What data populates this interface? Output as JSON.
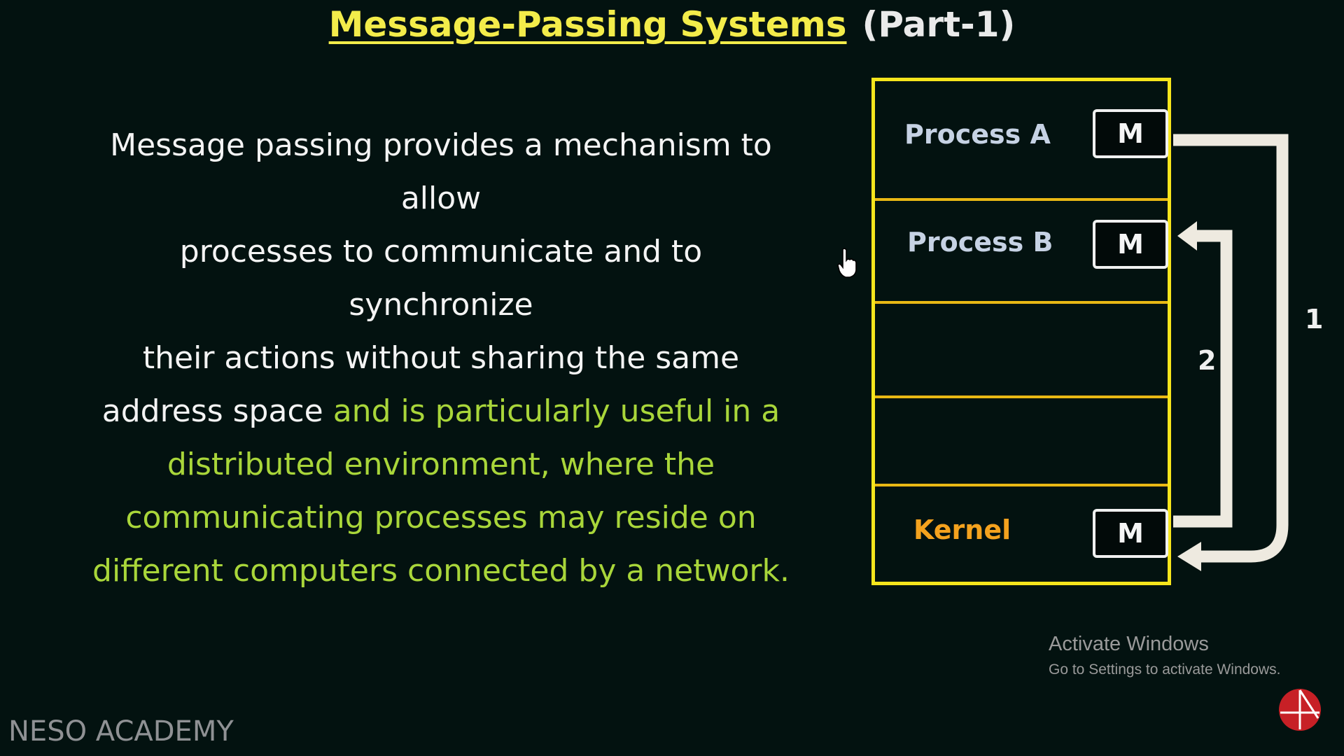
{
  "title": {
    "main": "Message-Passing Systems",
    "part": "(Part-1)"
  },
  "paragraph": {
    "line1": "Message passing provides a mechanism to allow",
    "line2": "processes to communicate and to synchronize",
    "line3": "their actions without sharing the same",
    "line4_white": "address space",
    "line4_green": "and is particularly useful in a",
    "line5": "distributed environment, where the",
    "line6": "communicating processes may reside on",
    "line7": "different computers connected by a network."
  },
  "diagram": {
    "process_a": "Process A",
    "process_b": "Process B",
    "kernel": "Kernel",
    "message_label": "M",
    "arrow_1_label": "1",
    "arrow_2_label": "2"
  },
  "watermark": {
    "title": "Activate Windows",
    "subtitle": "Go to Settings to activate Windows."
  },
  "brand": "NESO ACADEMY",
  "colors": {
    "background": "#031210",
    "title_yellow": "#f3ec4a",
    "highlight_green": "#a9d63a",
    "border_yellow": "#f6e51c",
    "kernel_orange": "#f4a21e"
  },
  "icons": {
    "cursor": "hand-pointer-icon",
    "logo": "neso-logo-icon"
  }
}
